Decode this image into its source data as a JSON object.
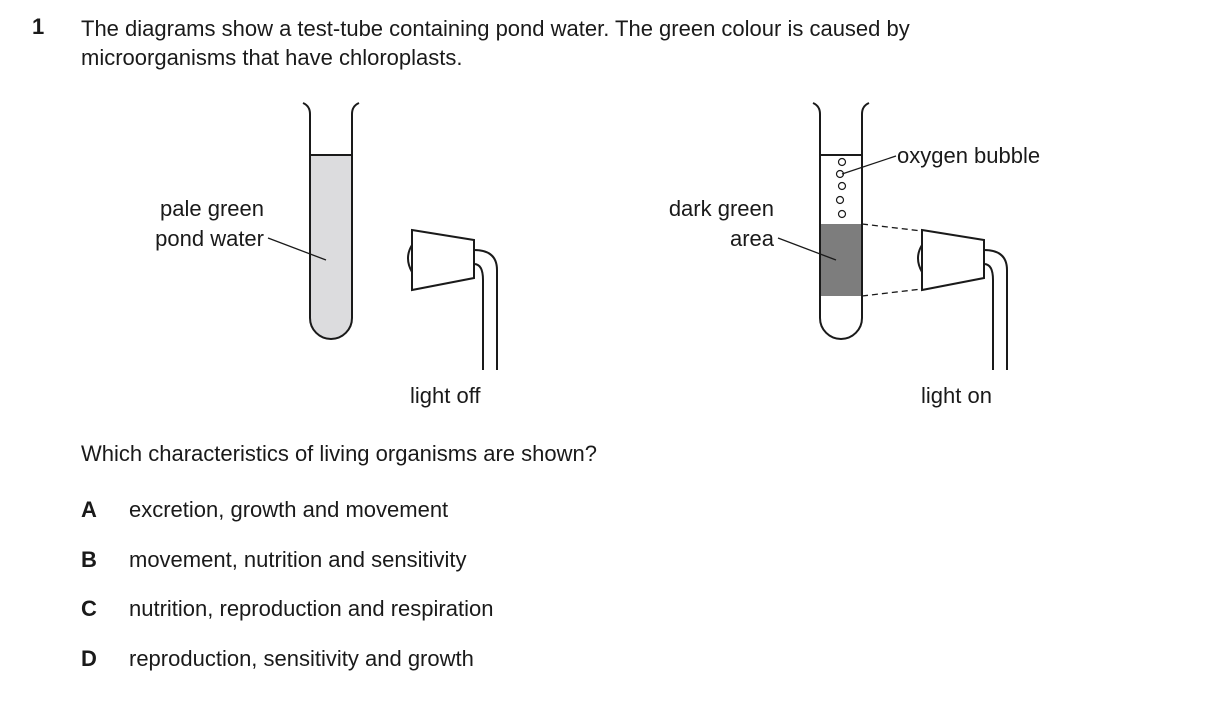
{
  "question": {
    "number": "1",
    "stem_lines": [
      "The diagrams show a test-tube containing pond water. The green colour is caused by",
      "microorganisms that have chloroplasts."
    ],
    "prompt": "Which characteristics of living organisms are shown?"
  },
  "diagram_left": {
    "label_line1": "pale green",
    "label_line2": "pond water",
    "caption": "light off"
  },
  "diagram_right": {
    "label_line1": "dark green",
    "label_line2": "area",
    "bubble_label": "oxygen bubble",
    "caption": "light on"
  },
  "colors": {
    "pale_water": "#dcdcde",
    "dark_area": "#7d7d7d",
    "outline": "#1a1a1a"
  },
  "options": [
    {
      "letter": "A",
      "text": "excretion, growth and movement"
    },
    {
      "letter": "B",
      "text": "movement, nutrition and sensitivity"
    },
    {
      "letter": "C",
      "text": "nutrition, reproduction and respiration"
    },
    {
      "letter": "D",
      "text": "reproduction, sensitivity and growth"
    }
  ]
}
